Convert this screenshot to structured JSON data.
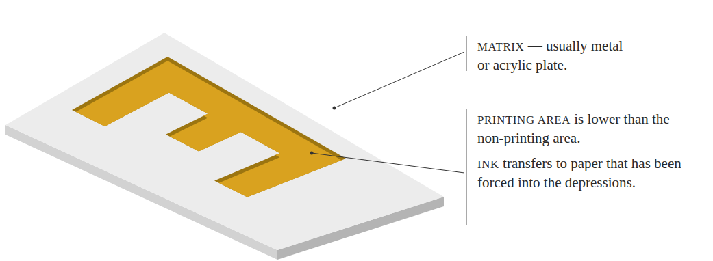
{
  "diagram": {
    "labels": [
      "MATRIX — usually metal or acrylic plate.",
      "PRINTING AREA is lower than the non-printing area.",
      "INK transfers to paper that has been forced into the depressions."
    ]
  }
}
